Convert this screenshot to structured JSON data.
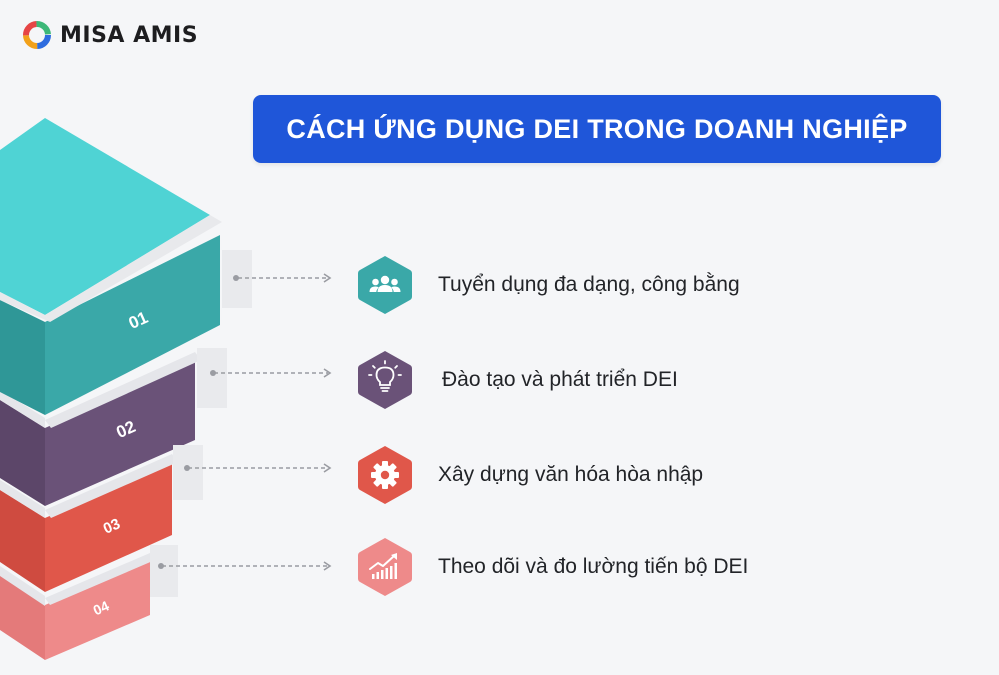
{
  "brand": {
    "name": "MISA AMIS",
    "logo_colors": [
      "#2d6cdf",
      "#f2a11a",
      "#e64545",
      "#3cb878"
    ]
  },
  "title": "CÁCH ỨNG DỤNG DEI TRONG DOANH NGHIỆP",
  "accent_color": "#1f56d9",
  "steps": [
    {
      "number": "01",
      "label": "Tuyển dụng đa dạng, công bằng",
      "icon": "people-group-icon",
      "color": "#3aa8a8",
      "top_color": "#4fd3d4"
    },
    {
      "number": "02",
      "label": "Đào tạo và phát triển DEI",
      "icon": "lightbulb-icon",
      "color": "#6a5278",
      "top_color": "#7b6189"
    },
    {
      "number": "03",
      "label": "Xây dựng văn hóa hòa nhập",
      "icon": "gear-icon",
      "color": "#e0574a",
      "top_color": "#ec6a5d"
    },
    {
      "number": "04",
      "label": "Theo dõi và đo lường tiến bộ DEI",
      "icon": "growth-chart-icon",
      "color": "#ee8a8a",
      "top_color": "#f3a0a0"
    }
  ]
}
